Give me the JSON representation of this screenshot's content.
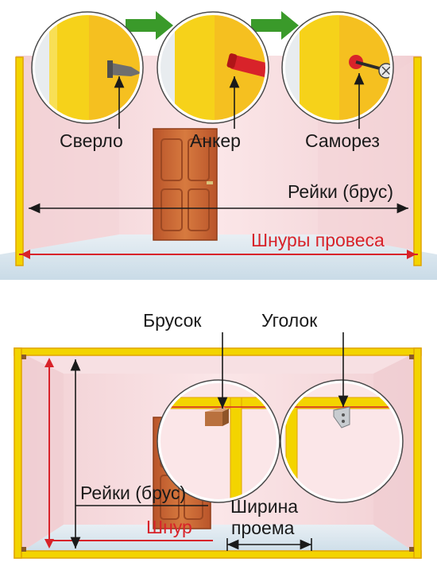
{
  "colors": {
    "wall": "#f6d9dc",
    "floor": "#d9e6ef",
    "rail": "#f3d400",
    "rail_edge": "#e0a400",
    "cord": "#d8232a",
    "arrow": "#3a9a2a",
    "door": "#c8632e",
    "text": "#1a1a1a"
  },
  "top": {
    "labels": {
      "drill": "Сверло",
      "anchor": "Анкер",
      "screw": "Саморез",
      "rails": "Рейки (брус)",
      "cords": "Шнуры провеса"
    }
  },
  "bottom": {
    "labels": {
      "block": "Брусок",
      "corner": "Уголок",
      "rails": "Рейки (брус)",
      "cord": "Шнур",
      "opening_line1": "Ширина",
      "opening_line2": "проема"
    }
  }
}
